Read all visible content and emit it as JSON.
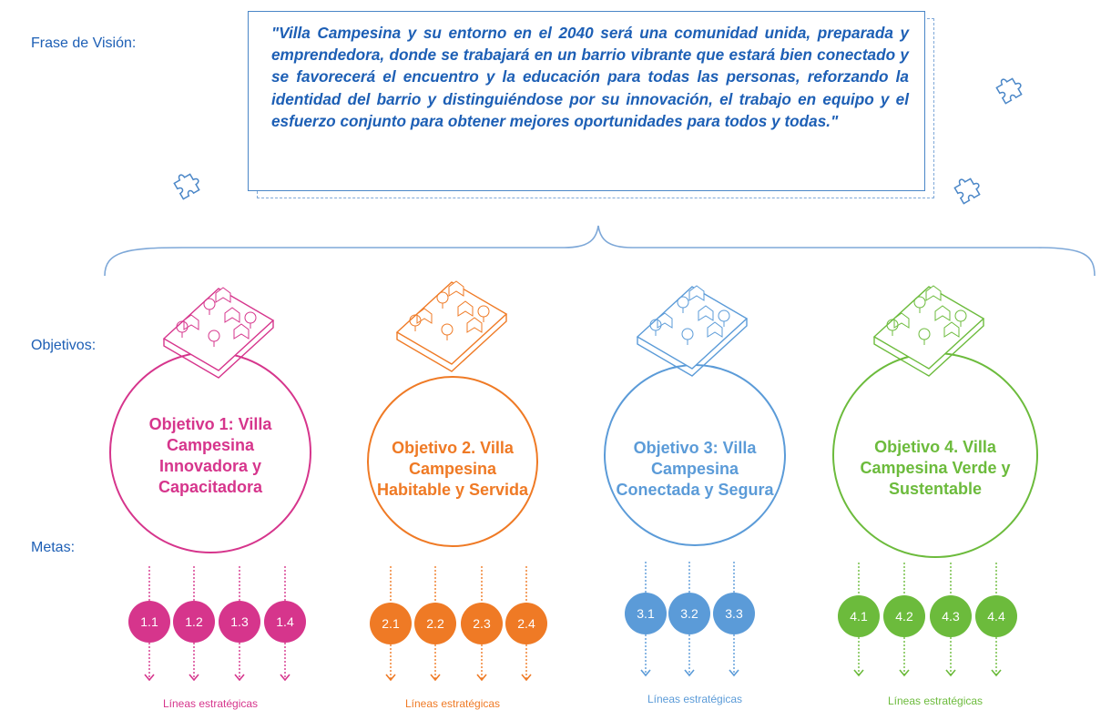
{
  "labels": {
    "vision": "Frase de Visión:",
    "objetivos": "Objetivos:",
    "metas": "Metas:"
  },
  "vision_text": "\"Villa Campesina y su entorno en el 2040 será una comunidad unida, preparada y emprendedora, donde se trabajará en un barrio vibrante que estará bien conectado y se favorecerá el encuentro y la educación para todas las personas, reforzando la identidad del barrio y distinguiéndose por su innovación, el trabajo en equipo y el esfuerzo conjunto para obtener mejores oportunidades para todos y todas.\"",
  "colors": {
    "blue_text": "#1d5fb5",
    "pink": "#d6358c",
    "orange": "#ef7a25",
    "blue": "#5b9bd8",
    "green": "#6cbb3c"
  },
  "objectives": [
    {
      "title_lines": [
        "Objetivo 1: Villa",
        "Campesina",
        "Innovadora y",
        "Capacitadora"
      ],
      "color": "#d6358c",
      "goals": [
        "1.1",
        "1.2",
        "1.3",
        "1.4"
      ],
      "lineas": "Líneas estratégicas"
    },
    {
      "title_lines": [
        "Objetivo 2. Villa",
        "Campesina",
        "Habitable y Servida"
      ],
      "color": "#ef7a25",
      "goals": [
        "2.1",
        "2.2",
        "2.3",
        "2.4"
      ],
      "lineas": "Líneas estratégicas"
    },
    {
      "title_lines": [
        "Objetivo 3: Villa",
        "Campesina",
        "Conectada y Segura"
      ],
      "color": "#5b9bd8",
      "goals": [
        "3.1",
        "3.2",
        "3.3"
      ],
      "lineas": "Líneas estratégicas"
    },
    {
      "title_lines": [
        "Objetivo 4. Villa",
        "Campesina Verde y",
        "Sustentable"
      ],
      "color": "#6cbb3c",
      "goals": [
        "4.1",
        "4.2",
        "4.3",
        "4.4"
      ],
      "lineas": "Líneas estratégicas"
    }
  ]
}
